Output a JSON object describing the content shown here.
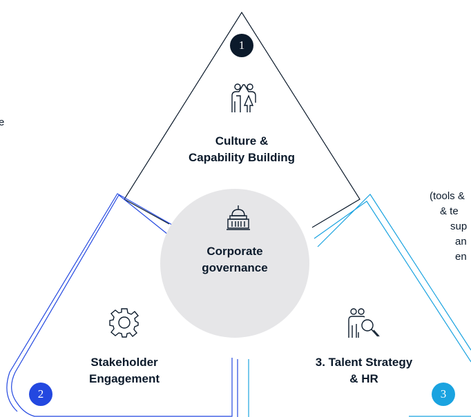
{
  "center": {
    "title_line1": "Corporate",
    "title_line2": "governance",
    "icon": "capitol-building-icon",
    "fill": "#e6e6e8"
  },
  "segments": [
    {
      "number": "1",
      "title_line1": "Culture &",
      "title_line2": "Capability Building",
      "icon": "people-high-five-icon",
      "stroke": "#0b1a2b",
      "badge_color": "#0b1a2b"
    },
    {
      "number": "2",
      "title_line1": "Stakeholder",
      "title_line2": "Engagement",
      "icon": "gear-icon",
      "stroke": "#2348e0",
      "badge_color": "#2348e0"
    },
    {
      "number": "3",
      "title_line1": "3. Talent Strategy",
      "title_line2": "& HR",
      "icon": "people-search-icon",
      "stroke": "#1aa3e0",
      "badge_color": "#1aa3e0"
    }
  ],
  "side_text": [
    "(tools &",
    "& te",
    "sup",
    "an",
    "en"
  ],
  "left_edge_char": "e"
}
